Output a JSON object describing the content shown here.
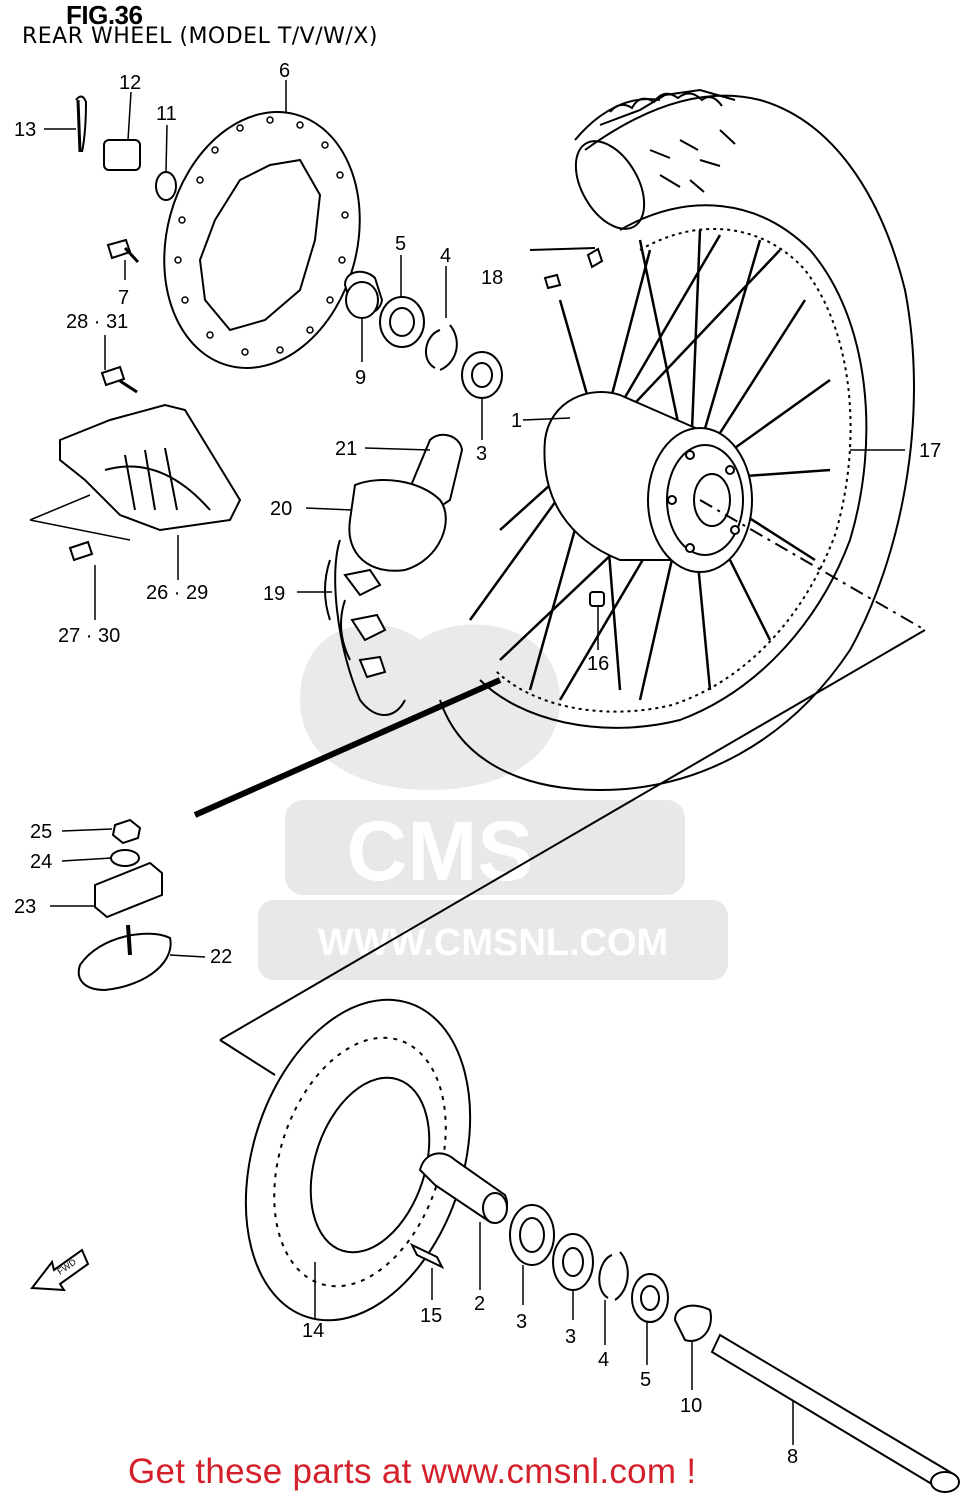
{
  "figure": {
    "title": "FIG.36",
    "subtitle": "REAR WHEEL (MODEL T/V/W/X)"
  },
  "watermark": {
    "brand": "CMS",
    "url": "WWW.CMSNL.COM"
  },
  "direction_arrow": "FWD",
  "callouts": {
    "c1": "1",
    "c2": "2",
    "c3a": "3",
    "c3b": "3",
    "c3c": "3",
    "c4a": "4",
    "c4b": "4",
    "c5a": "5",
    "c5b": "5",
    "c6": "6",
    "c7": "7",
    "c8": "8",
    "c9": "9",
    "c10": "10",
    "c11": "11",
    "c12": "12",
    "c13": "13",
    "c14": "14",
    "c15": "15",
    "c16": "16",
    "c17": "17",
    "c18": "18",
    "c19": "19",
    "c20": "20",
    "c21": "21",
    "c22": "22",
    "c23": "23",
    "c24": "24",
    "c25": "25",
    "c2629": "26 · 29",
    "c2730": "27 · 30",
    "c2831": "28 · 31"
  },
  "footer": {
    "text": "Get these parts at www.cmsnl.com !",
    "color": "#d4202a"
  }
}
